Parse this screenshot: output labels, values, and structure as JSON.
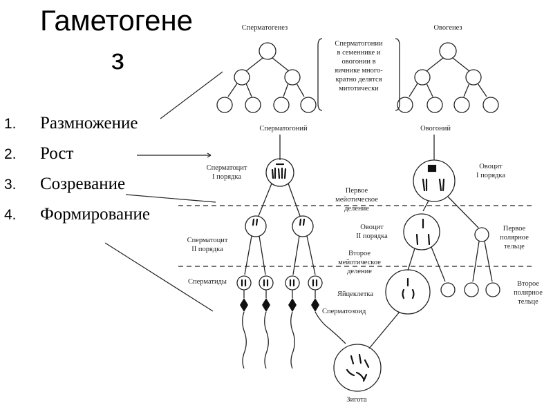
{
  "title_line1": "Гаметогене",
  "title_line2": "з",
  "stages": [
    {
      "num": "1.",
      "label": "Размножение"
    },
    {
      "num": "2.",
      "label": "Рост"
    },
    {
      "num": "3.",
      "label": "Созревание"
    },
    {
      "num": "4.",
      "label": "Формирование"
    }
  ],
  "diagram": {
    "spermatogenesis_header": "Сперматогенез",
    "oogenesis_header": "Овогенез",
    "note_lines": [
      "Сперматогонии",
      "в семеннике и",
      "овогонии в",
      "яичнике много-",
      "кратно делятся",
      "митотически"
    ],
    "spermatogonium": "Сперматогоний",
    "oogonium": "Овогоний",
    "spermatocyte1_lines": [
      "Сперматоцит",
      "I порядка"
    ],
    "oocyte1_lines": [
      "Овоцит",
      "I порядка"
    ],
    "meiosis1_lines": [
      "Первое",
      "мейотическое",
      "деление"
    ],
    "spermatocyte2_lines": [
      "Сперматоцит",
      "II порядка"
    ],
    "oocyte2_lines": [
      "Овоцит",
      "II порядка"
    ],
    "polar_body1_lines": [
      "Первое",
      "полярное",
      "тельце"
    ],
    "meiosis2_lines": [
      "Второе",
      "мейотическое",
      "деление"
    ],
    "spermatids": "Сперматиды",
    "egg_cell": "Яйцеклетка",
    "polar_body2_lines": [
      "Второе",
      "полярное",
      "тельце"
    ],
    "spermatozoon": "Сперматозоид",
    "zygote": "Зигота"
  }
}
